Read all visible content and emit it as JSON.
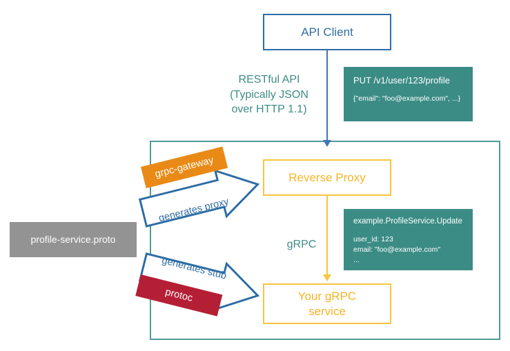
{
  "diagram": {
    "nodes": {
      "api_client": {
        "label": "API Client"
      },
      "reverse_proxy": {
        "label": "Reverse Proxy"
      },
      "grpc_service": {
        "label_line1": "Your gRPC",
        "label_line2": "service"
      },
      "proto_file": {
        "label": "profile-service.proto"
      }
    },
    "payloads": {
      "http": {
        "title": "PUT /v1/user/123/profile",
        "body": "{\"email\": \"foo@example.com\", ...}"
      },
      "grpc": {
        "title": "example.ProfileService.Update",
        "line1": "user_id: 123",
        "line2": "email: \"foo@example.com\"",
        "line3": "..."
      }
    },
    "edge_labels": {
      "rest_line1": "RESTful API",
      "rest_line2": "(Typically JSON",
      "rest_line3": "over HTTP 1.1)",
      "grpc": "gRPC"
    },
    "generator_arrows": [
      {
        "caption": "generates proxy",
        "tag": "grpc-gateway"
      },
      {
        "caption": "generates stub",
        "tag": "protoc"
      }
    ],
    "colors": {
      "blue": "#2e6da4",
      "amber": "#f5b526",
      "teal": "#3c8c86",
      "teal_border": "#4f9a95",
      "orange": "#e98a16",
      "red": "#b51f35",
      "gray": "#939393"
    }
  }
}
